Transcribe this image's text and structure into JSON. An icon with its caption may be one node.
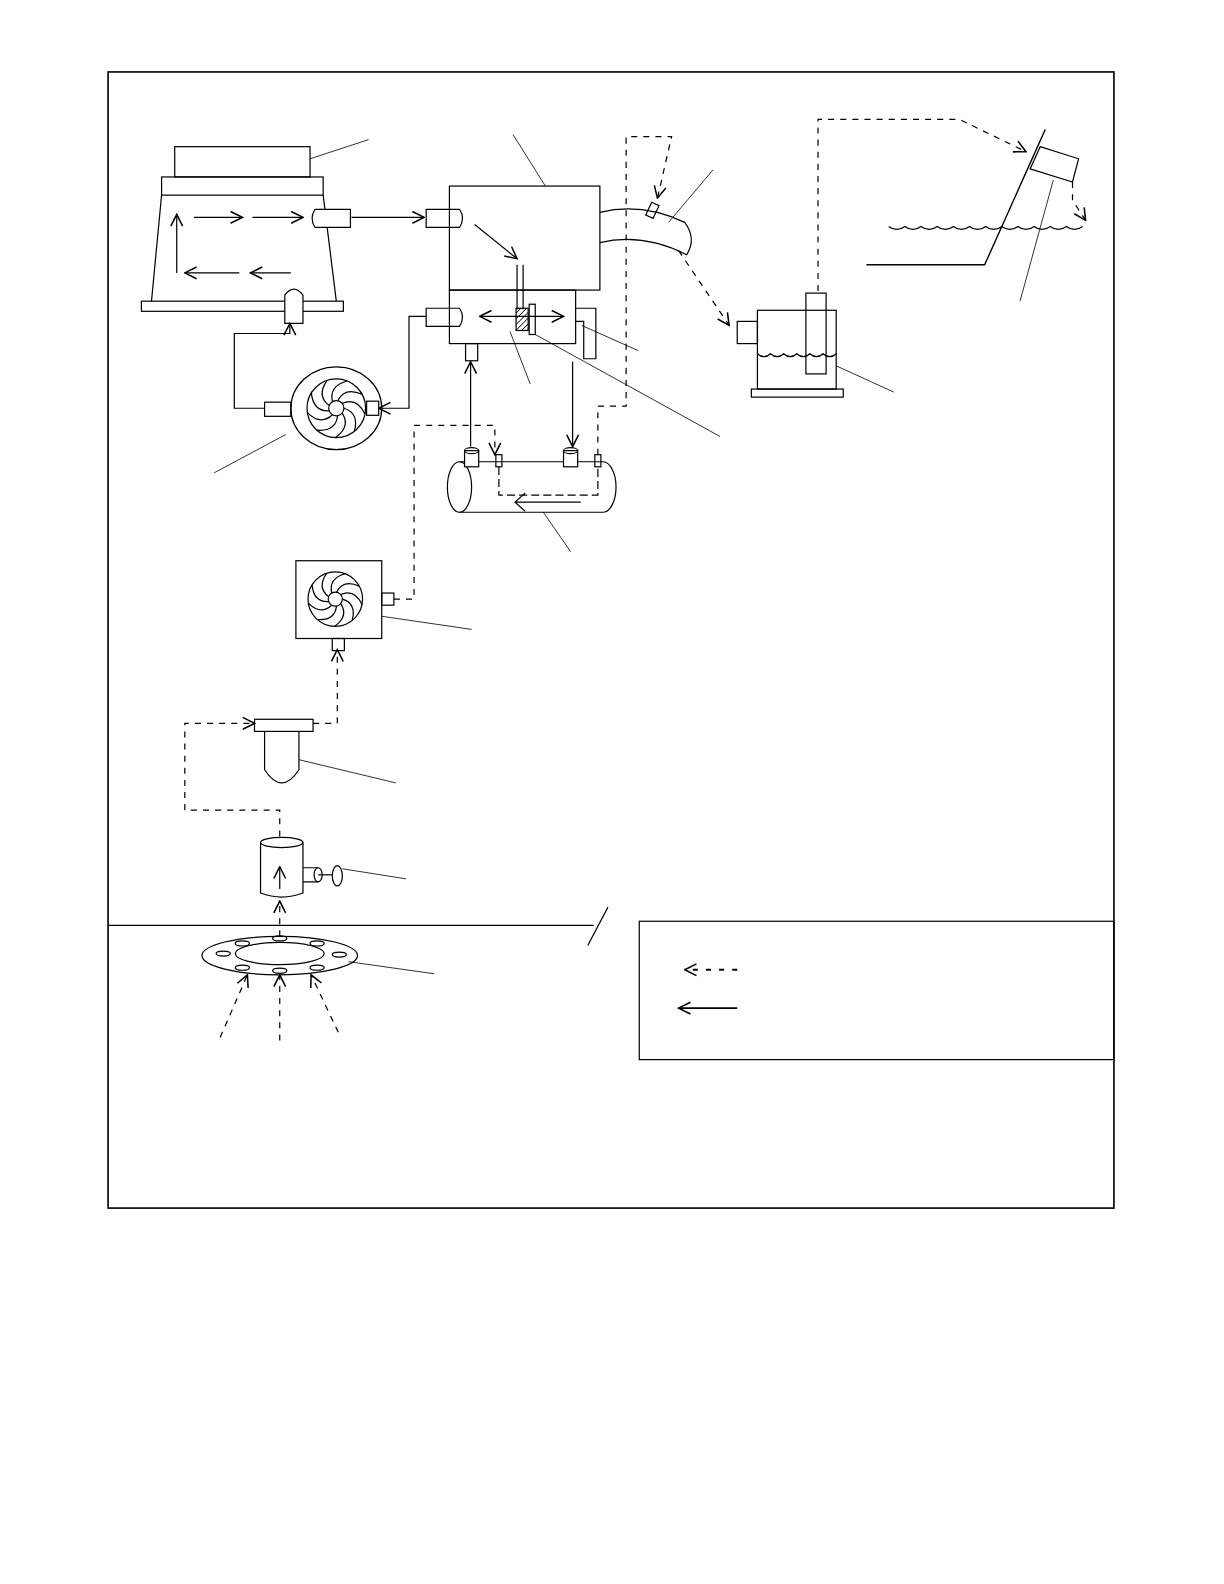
{
  "diagram": {
    "nodes": [
      {
        "text": [],
        "shape": "picture"
      },
      {
        "text": [],
        "shape": "picture"
      },
      {
        "text": [],
        "shape": "picture"
      },
      {
        "text": [],
        "shape": "picture"
      },
      {
        "text": [],
        "shape": "picture"
      },
      {
        "text": [],
        "shape": "picture"
      },
      {
        "text": [],
        "shape": "picture"
      },
      {
        "text": [],
        "shape": "picture"
      },
      {
        "text": [],
        "shape": "picture"
      },
      {
        "text": [],
        "shape": "picture"
      },
      {
        "text": [],
        "shape": "picture"
      }
    ],
    "edges": [
      {
        "from": 0,
        "to": 1,
        "arrow": "to"
      },
      {
        "from": 1,
        "to": 5,
        "arrow": "to"
      },
      {
        "from": 5,
        "to": 0,
        "arrow": "to"
      },
      {
        "from": 6,
        "to": 1,
        "arrow": "to"
      },
      {
        "from": 1,
        "to": 6,
        "arrow": "to"
      },
      {
        "from": null,
        "to": 10,
        "arrow": "to",
        "style": "dashed"
      },
      {
        "from": null,
        "to": 10,
        "arrow": "to",
        "style": "dashed"
      },
      {
        "from": null,
        "to": 10,
        "arrow": "to",
        "style": "dashed"
      },
      {
        "from": 10,
        "to": 9,
        "arrow": "to",
        "style": "dashed"
      },
      {
        "from": 9,
        "to": 8,
        "arrow": "to",
        "style": "dashed"
      },
      {
        "from": 8,
        "to": 7,
        "arrow": "to",
        "style": "dashed"
      },
      {
        "from": 7,
        "to": 6,
        "arrow": "to",
        "style": "dashed"
      },
      {
        "from": 6,
        "to": 2,
        "arrow": "to",
        "style": "dashed"
      },
      {
        "from": 2,
        "to": 3,
        "arrow": "to",
        "style": "dashed"
      },
      {
        "from": 3,
        "to": 4,
        "arrow": "to",
        "style": "dashed"
      },
      {
        "from": 4,
        "to": null,
        "arrow": "to",
        "style": "dashed"
      },
      {
        "from": null,
        "to": 0,
        "arrow": "none"
      },
      {
        "from": null,
        "to": 1,
        "arrow": "none"
      },
      {
        "from": null,
        "to": 2,
        "arrow": "none"
      },
      {
        "from": null,
        "to": 3,
        "arrow": "none"
      },
      {
        "from": null,
        "to": 4,
        "arrow": "none"
      },
      {
        "from": null,
        "to": 5,
        "arrow": "none"
      },
      {
        "from": null,
        "to": 1,
        "arrow": "none"
      },
      {
        "from": null,
        "to": 1,
        "arrow": "none"
      },
      {
        "from": null,
        "to": 1,
        "arrow": "none"
      },
      {
        "from": null,
        "to": 6,
        "arrow": "none"
      },
      {
        "from": null,
        "to": 7,
        "arrow": "none"
      },
      {
        "from": null,
        "to": 8,
        "arrow": "none"
      },
      {
        "from": null,
        "to": 9,
        "arrow": "none"
      },
      {
        "from": null,
        "to": 10,
        "arrow": "none"
      }
    ]
  }
}
